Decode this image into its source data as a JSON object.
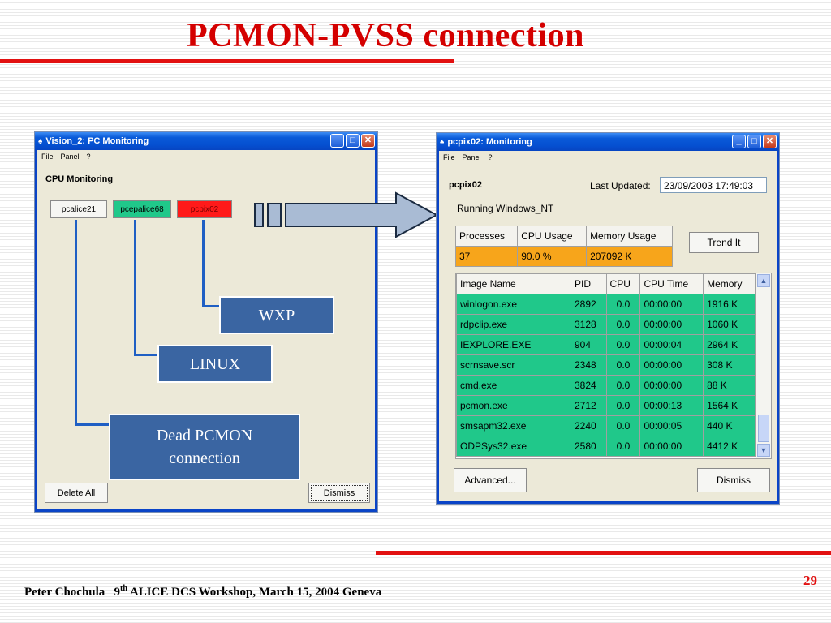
{
  "slide": {
    "title": "PCMON-PVSS connection",
    "footer_author": "Peter Chochula",
    "footer_num": "9",
    "footer_sup": "th",
    "footer_event": " ALICE DCS Workshop, March 15, 2004 Geneva",
    "page_number": "29"
  },
  "left_window": {
    "title": "Vision_2: PC Monitoring",
    "menu": [
      "File",
      "Panel",
      "?"
    ],
    "section_label": "CPU Monitoring",
    "pc_buttons": [
      {
        "label": "pcalice21",
        "color": "#f4f4ee"
      },
      {
        "label": "pcepalice68",
        "color": "#20c88a"
      },
      {
        "label": "pcpix02",
        "color": "#ff1a1a"
      }
    ],
    "delete_all": "Delete All",
    "dismiss": "Dismiss"
  },
  "callouts": {
    "wxp": "WXP",
    "linux": "LINUX",
    "dead_line1": "Dead PCMON",
    "dead_line2": "connection"
  },
  "right_window": {
    "title": "pcpix02: Monitoring",
    "menu": [
      "File",
      "Panel",
      "?"
    ],
    "host": "pcpix02",
    "last_updated_label": "Last Updated:",
    "last_updated_value": "23/09/2003 17:49:03",
    "os_text": "Running Windows_NT",
    "summary_headers": [
      "Processes",
      "CPU Usage",
      "Memory Usage"
    ],
    "summary_values": [
      "37",
      "90.0 %",
      "207092 K"
    ],
    "trend_button": "Trend It",
    "process_headers": [
      "Image Name",
      "PID",
      "CPU",
      "CPU Time",
      "Memory"
    ],
    "processes": [
      [
        "winlogon.exe",
        "2892",
        "0.0",
        "00:00:00",
        "1916 K"
      ],
      [
        "rdpclip.exe",
        "3128",
        "0.0",
        "00:00:00",
        "1060 K"
      ],
      [
        "IEXPLORE.EXE",
        "904",
        "0.0",
        "00:00:04",
        "2964 K"
      ],
      [
        "scrnsave.scr",
        "2348",
        "0.0",
        "00:00:00",
        "308 K"
      ],
      [
        "cmd.exe",
        "3824",
        "0.0",
        "00:00:00",
        "88 K"
      ],
      [
        "pcmon.exe",
        "2712",
        "0.0",
        "00:00:13",
        "1564 K"
      ],
      [
        "smsapm32.exe",
        "2240",
        "0.0",
        "00:00:05",
        "440 K"
      ],
      [
        "ODPSys32.exe",
        "2580",
        "0.0",
        "00:00:00",
        "4412 K"
      ]
    ],
    "advanced_button": "Advanced...",
    "dismiss_button": "Dismiss"
  }
}
